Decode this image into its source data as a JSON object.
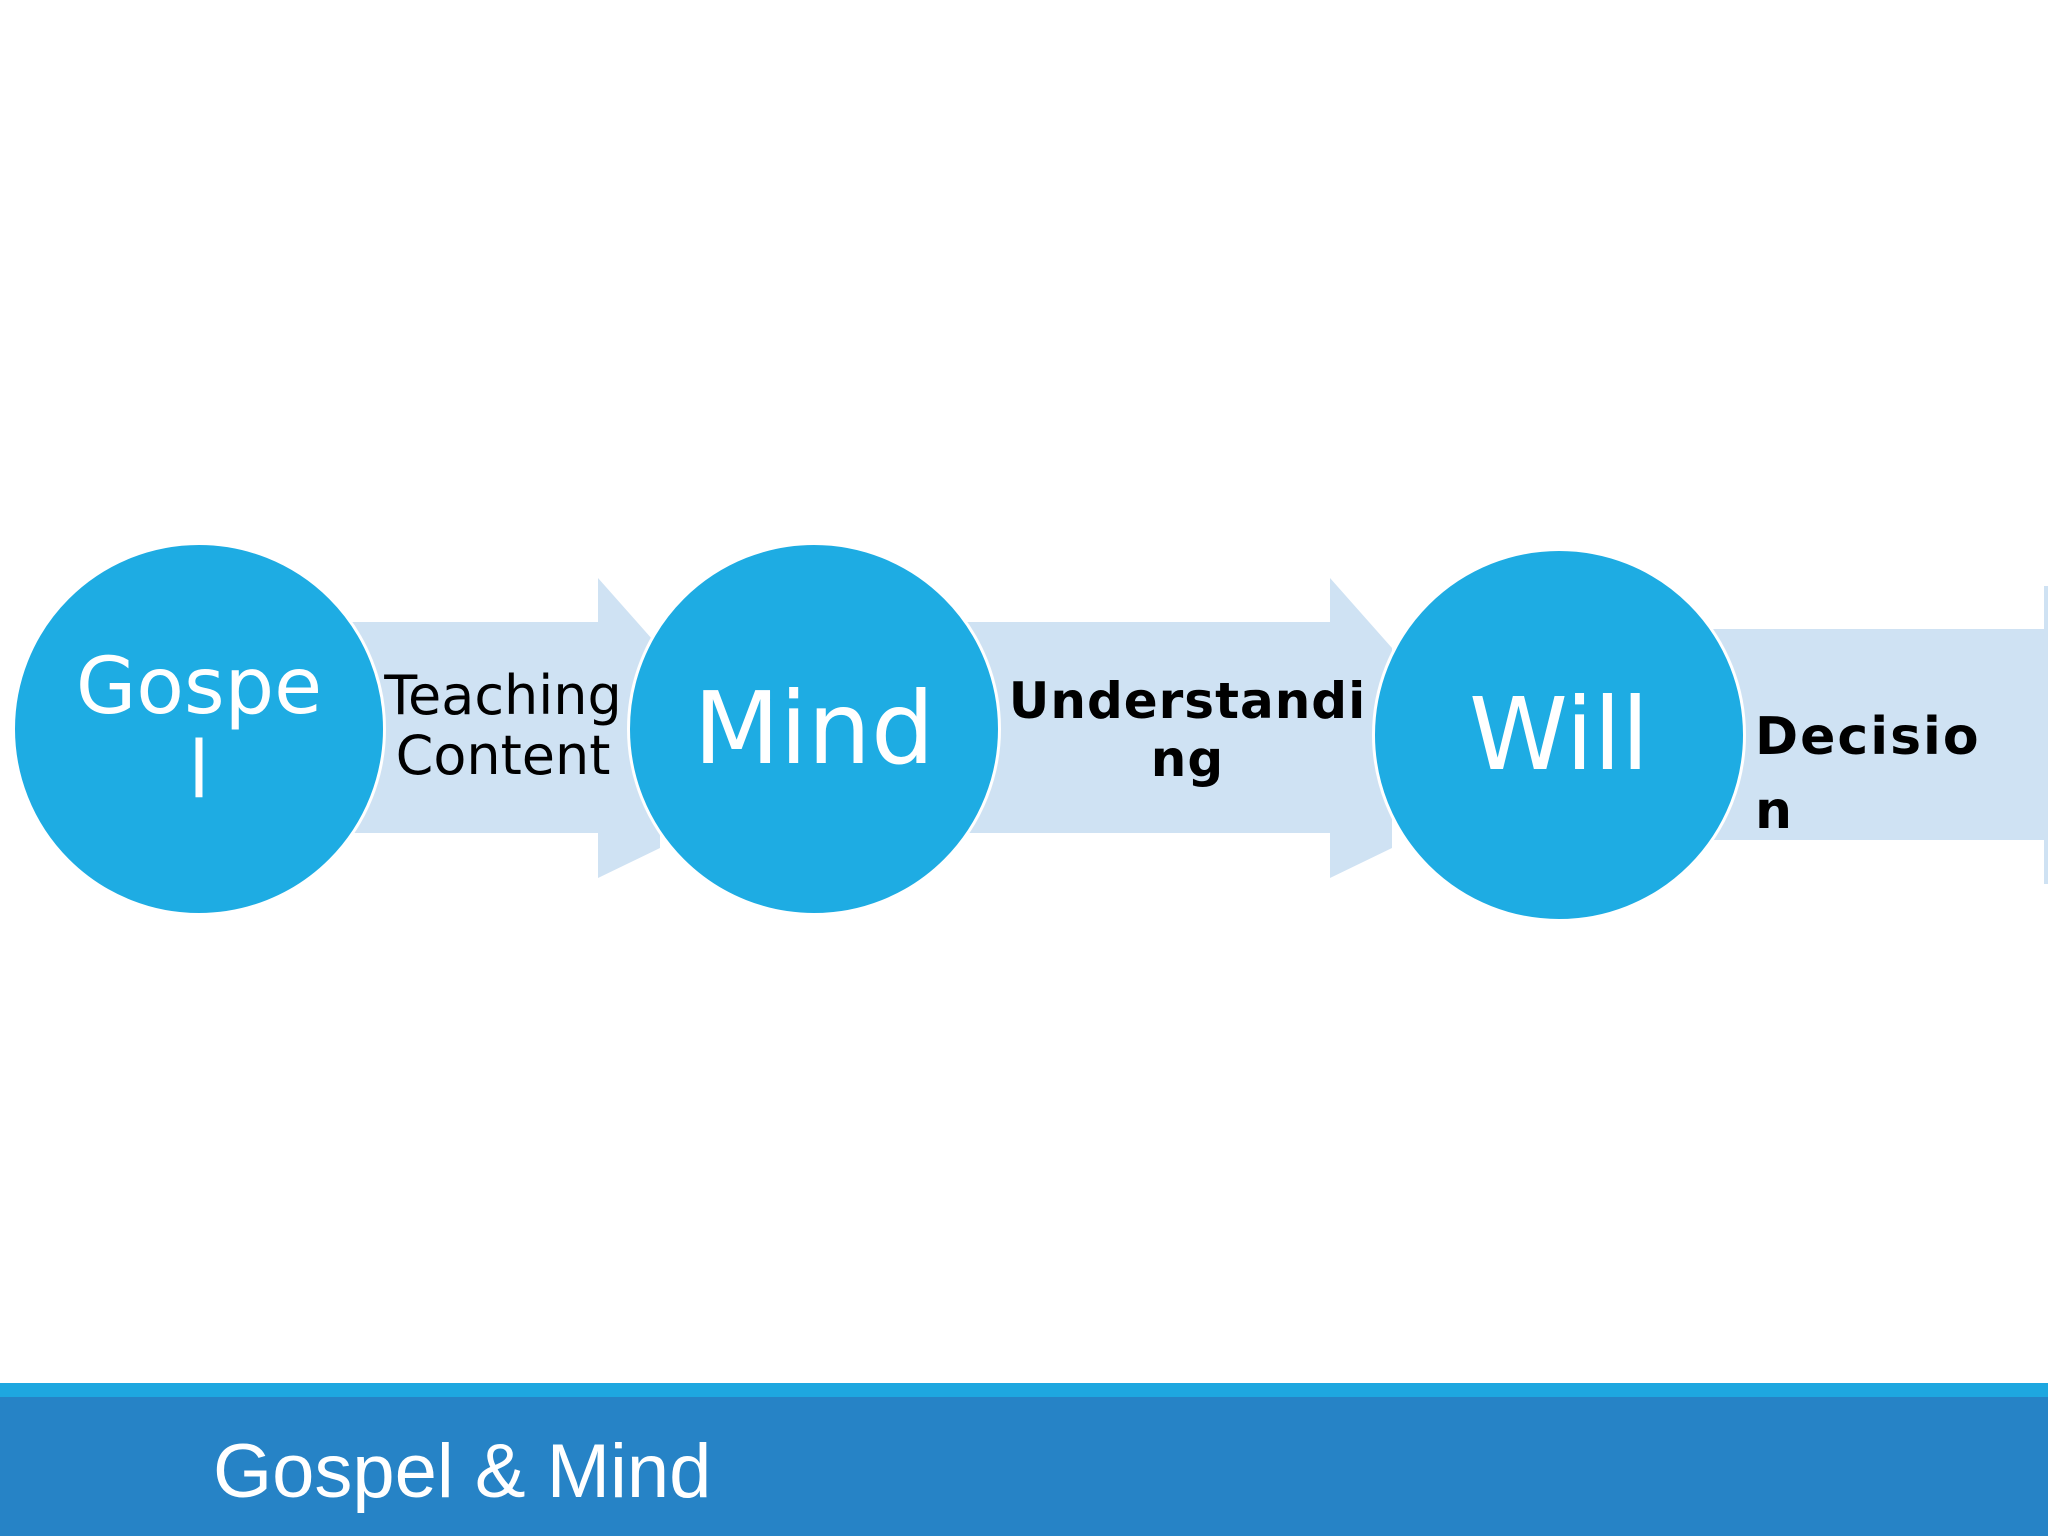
{
  "colors": {
    "circle": "#1eace3",
    "arrow": "#cfe2f3",
    "footer": "#2683c6",
    "footer_stripe": "#1ea7e0"
  },
  "nodes": [
    {
      "label": "Gospel"
    },
    {
      "label": "Mind"
    },
    {
      "label": "Will"
    }
  ],
  "arrows": [
    {
      "label": "Teaching Content"
    },
    {
      "label": "Understanding"
    },
    {
      "label": "Decision"
    }
  ],
  "footer": {
    "title": "Gospel & Mind"
  }
}
